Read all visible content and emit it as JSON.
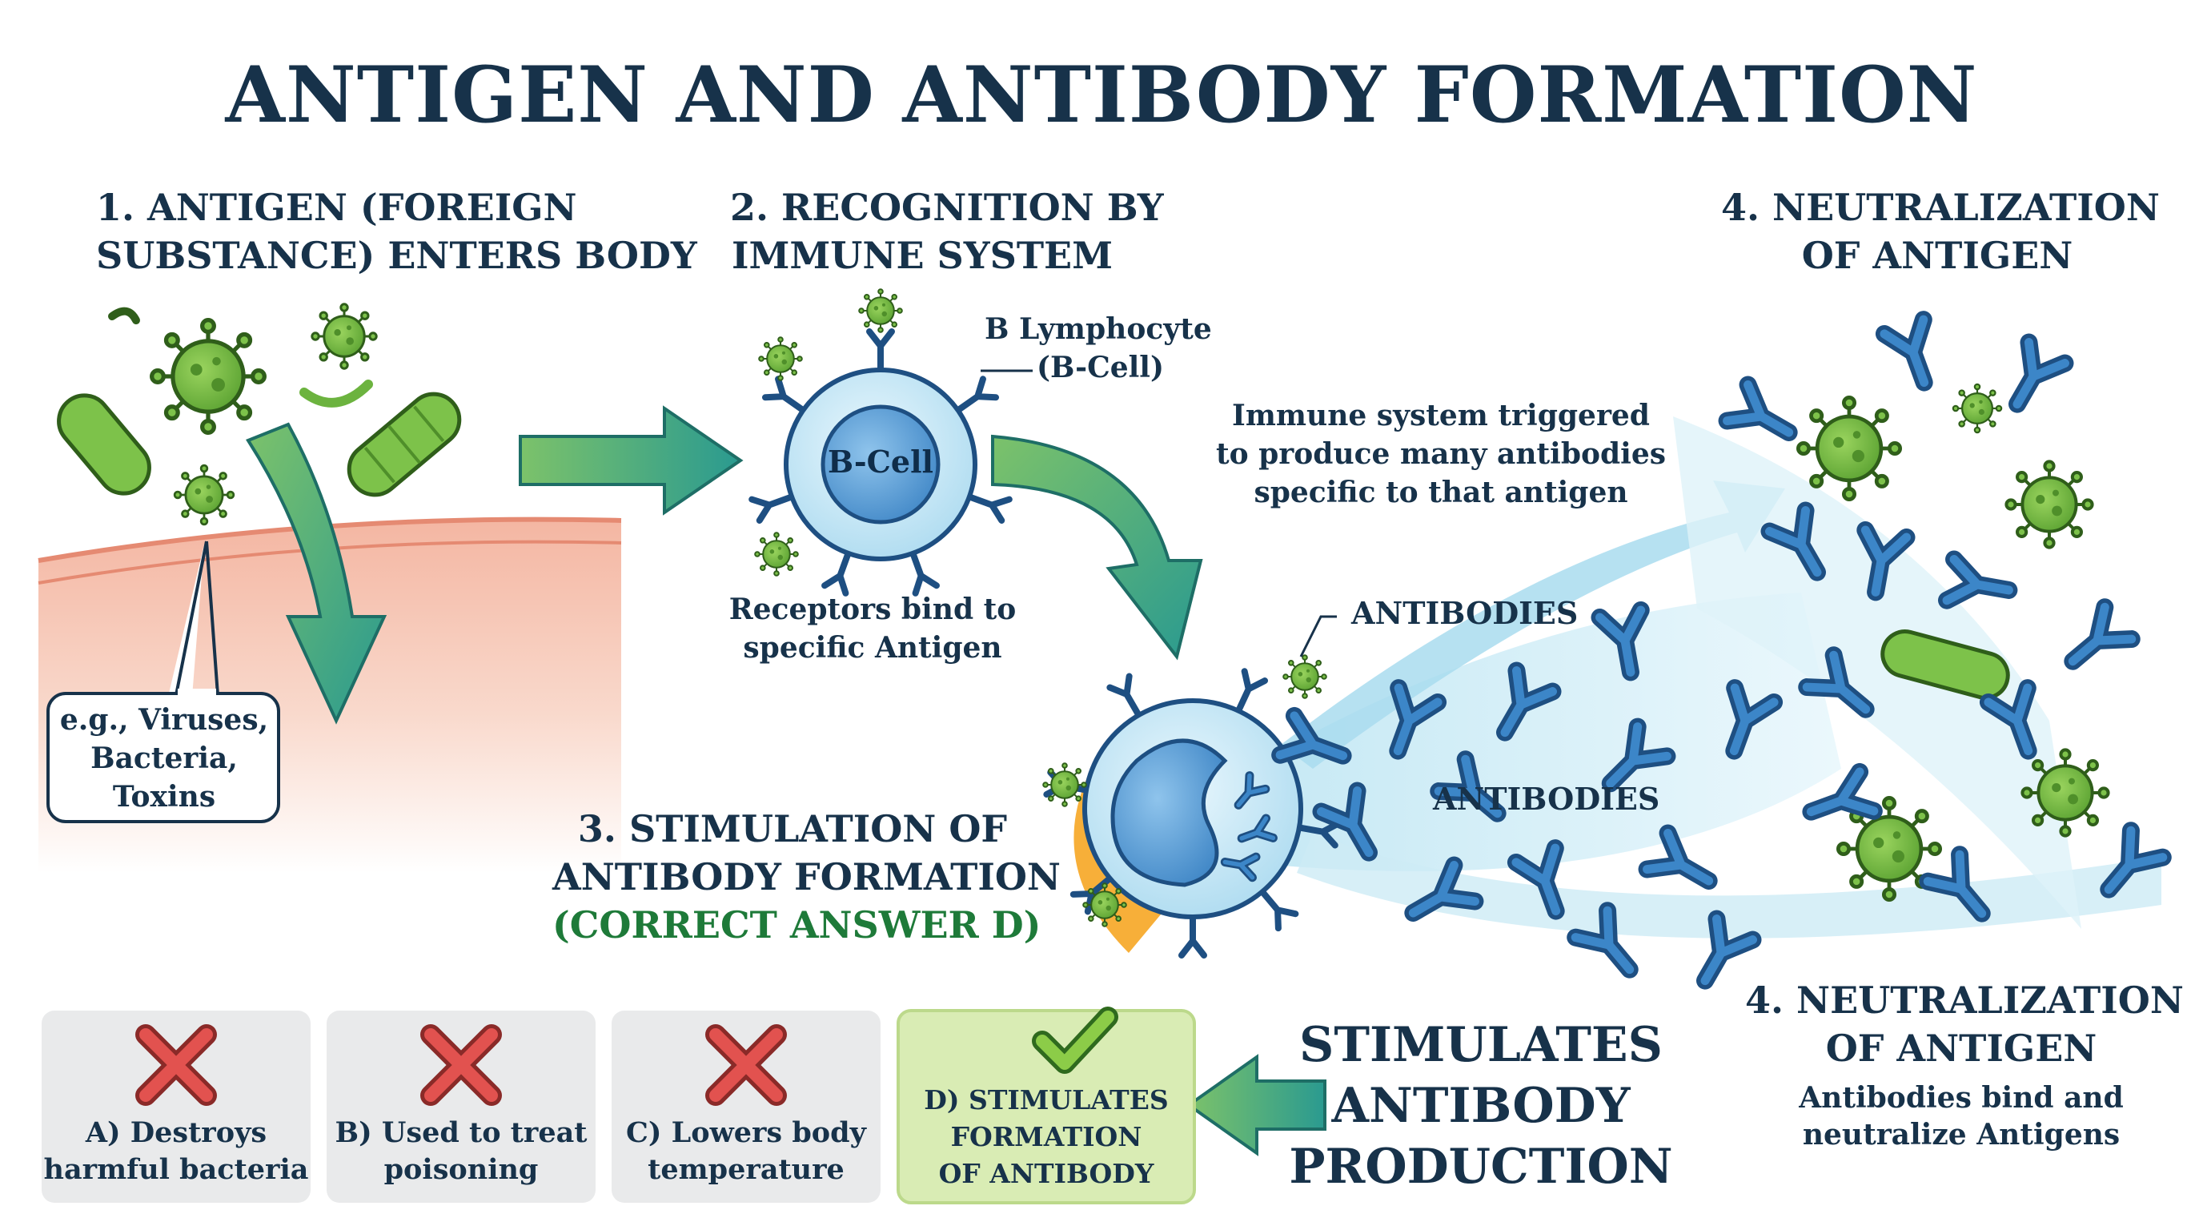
{
  "title": "ANTIGEN AND ANTIBODY FORMATION",
  "steps": {
    "step1": {
      "line1": "1. ANTIGEN (FOREIGN",
      "line2": "SUBSTANCE) ENTERS BODY"
    },
    "step2": {
      "line1": "2. RECOGNITION BY",
      "line2": "IMMUNE SYSTEM"
    },
    "step3": {
      "line1": "3. STIMULATION OF",
      "line2": "ANTIBODY FORMATION",
      "answer": "(CORRECT ANSWER D)"
    },
    "step4_top": {
      "line1": "4. NEUTRALIZATION",
      "line2": "OF ANTIGEN"
    },
    "step4_bottom": {
      "line1": "4. NEUTRALIZATION",
      "line2": "OF ANTIGEN"
    }
  },
  "labels": {
    "example_line1": "e.g., Viruses,",
    "example_line2": "Bacteria,",
    "example_line3": "Toxins",
    "bcell_inner": "B-Cell",
    "bcell_name1": "B Lymphocyte",
    "bcell_name2": "(B-Cell)",
    "receptors1": "Receptors bind to",
    "receptors2": "specific Antigen",
    "triggered1": "Immune system triggered",
    "triggered2": "to produce many antibodies",
    "triggered3": "specific to that antigen",
    "antibodies_top": "ANTIBODIES",
    "antibodies_mid": "ANTIBODIES",
    "neutralize1": "Antibodies bind and",
    "neutralize2": "neutralize Antigens",
    "stimulates1": "STIMULATES",
    "stimulates2": "ANTIBODY",
    "stimulates3": "PRODUCTION"
  },
  "options": [
    {
      "line1": "A) Destroys",
      "line2": "harmful bacteria",
      "correct": false
    },
    {
      "line1": "B) Used to treat",
      "line2": "poisoning",
      "correct": false
    },
    {
      "line1": "C) Lowers body",
      "line2": "temperature",
      "correct": false
    },
    {
      "line1": "D) STIMULATES",
      "line2": "FORMATION",
      "line3": "OF ANTIBODY",
      "correct": true
    }
  ],
  "icons": {
    "wrong": "x-mark-icon",
    "right": "check-mark-icon"
  },
  "colors": {
    "navy": "#17324a",
    "green_text": "#1e7a39",
    "virus_green": "#6cb33f",
    "antibody_blue": "#2d6aa8",
    "arrow_teal": "#2e9a8f",
    "wrong_red": "#e2524f",
    "right_green": "#7fbf3f",
    "option_grey": "#e9eaeb",
    "option_green": "#d9ecb4",
    "skin": "#f6c4b4"
  }
}
